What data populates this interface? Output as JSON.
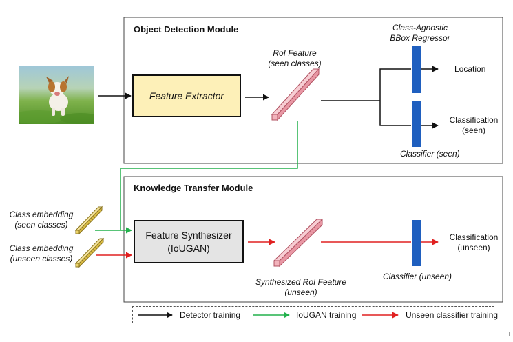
{
  "modules": {
    "object_detection": "Object Detection Module",
    "knowledge_transfer": "Knowledge Transfer Module"
  },
  "nodes": {
    "feature_extractor": "Feature Extractor",
    "roi_feature": [
      "RoI Feature",
      "(seen classes)"
    ],
    "bbox_regressor": [
      "Class-Agnostic",
      "BBox Regressor"
    ],
    "location": "Location",
    "classification_seen": [
      "Classification",
      "(seen)"
    ],
    "classifier_seen": "Classifier (seen)",
    "class_emb_seen": [
      "Class embedding",
      "(seen classes)"
    ],
    "class_emb_unseen": [
      "Class embedding",
      "(unseen classes)"
    ],
    "feature_synthesizer": [
      "Feature Synthesizer",
      "(IoUGAN)"
    ],
    "synth_roi_feature": [
      "Synthesized RoI Feature",
      "(unseen)"
    ],
    "classifier_unseen": "Classifier (unseen)",
    "classification_unseen": [
      "Classification",
      "(unseen)"
    ]
  },
  "legend": [
    {
      "label": "Detector training",
      "color": "#111111"
    },
    {
      "label": "IoUGAN training",
      "color": "#22b14c"
    },
    {
      "label": "Unseen classifier training",
      "color": "#e02020"
    }
  ],
  "colors": {
    "black_arrow": "#111111",
    "green_arrow": "#22b14c",
    "red_arrow": "#e02020",
    "classifier_bar": "#1f5fbf",
    "roi_feature": "#f2b3bc",
    "class_embedding": "#ecd36a"
  },
  "icons": {
    "corner_mark": "T"
  }
}
